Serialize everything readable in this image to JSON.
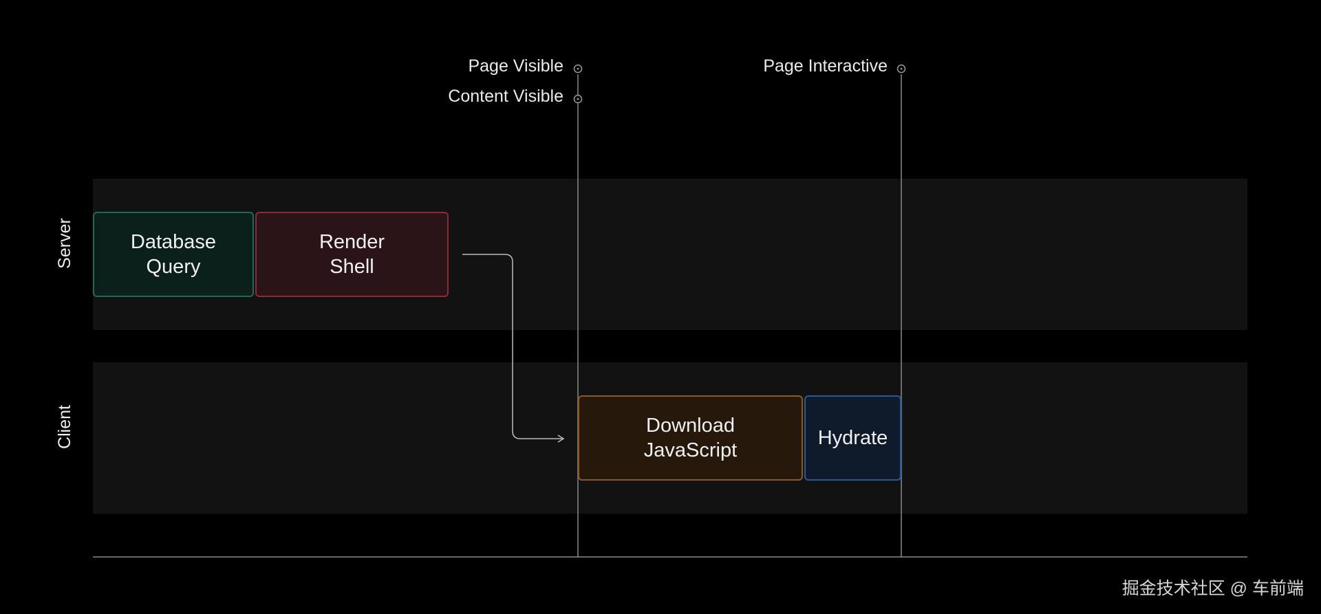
{
  "lanes": {
    "server": "Server",
    "client": "Client"
  },
  "blocks": {
    "database_query": "Database\nQuery",
    "render_shell": "Render\nShell",
    "download_js": "Download\nJavaScript",
    "hydrate": "Hydrate"
  },
  "markers": {
    "page_visible": "Page Visible",
    "content_visible": "Content Visible",
    "page_interactive": "Page Interactive"
  },
  "watermark": "掘金技术社区 @ 车前端",
  "colors": {
    "background": "#000000",
    "lane": "#121212",
    "database_query_fill": "#0b1f1b",
    "database_query_border": "#1d6b52",
    "render_shell_fill": "#2a1418",
    "render_shell_border": "#8e2a36",
    "download_js_fill": "#26180b",
    "download_js_border": "#8a5a1e",
    "hydrate_fill": "#0f1a2a",
    "hydrate_border": "#2a5a9a",
    "lines": "#8a8a8a"
  }
}
